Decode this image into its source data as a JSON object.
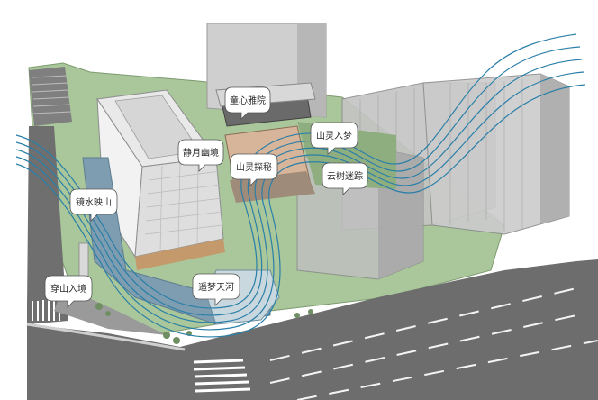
{
  "labels": [
    {
      "id": "tongxin",
      "text": "童心雅院"
    },
    {
      "id": "shanling",
      "text": "山灵入梦"
    },
    {
      "id": "jingyue",
      "text": "静月幽境"
    },
    {
      "id": "tanmi",
      "text": "山灵探秘"
    },
    {
      "id": "yunshu",
      "text": "云树迷踪"
    },
    {
      "id": "jingshui",
      "text": "镜水映山"
    },
    {
      "id": "chuanshan",
      "text": "穿山入境"
    },
    {
      "id": "yaomeng",
      "text": "遥梦天河"
    }
  ],
  "colors": {
    "flow_line": "#2a7fa8",
    "green_space": "#9fc28f",
    "road": "#6d6d6d",
    "building_gray": "#c8c8c8",
    "water": "#7f9db0"
  }
}
